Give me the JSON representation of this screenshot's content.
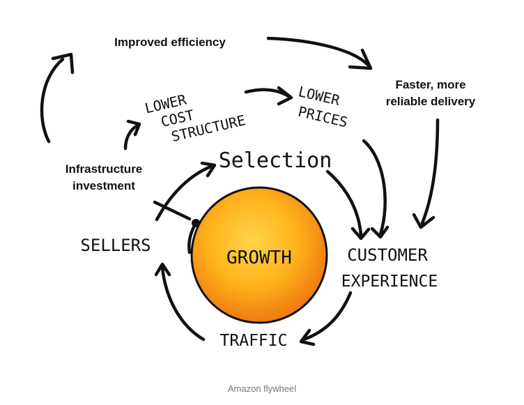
{
  "diagram": {
    "center": "GROWTH",
    "top_loop": {
      "left": "Improved efficiency",
      "right_line1": "Faster, more",
      "right_line2": "reliable delivery",
      "source_line1": "Infrastructure",
      "source_line2": "investment"
    },
    "cost": {
      "line1": "LOWER",
      "line2": "COST",
      "line3": "STRUCTURE"
    },
    "prices": {
      "line1": "LOWER",
      "line2": "PRICES"
    },
    "inner_loop": {
      "selection": "Selection",
      "customer_line1": "CUSTOMER",
      "customer_line2": "EXPERIENCE",
      "traffic": "TRAFFIC",
      "sellers": "SELLERS"
    },
    "caption": "Amazon flywheel",
    "colors": {
      "ball_light": "#ffc533",
      "ball_dark": "#ef7c10",
      "ink": "#111111"
    }
  }
}
